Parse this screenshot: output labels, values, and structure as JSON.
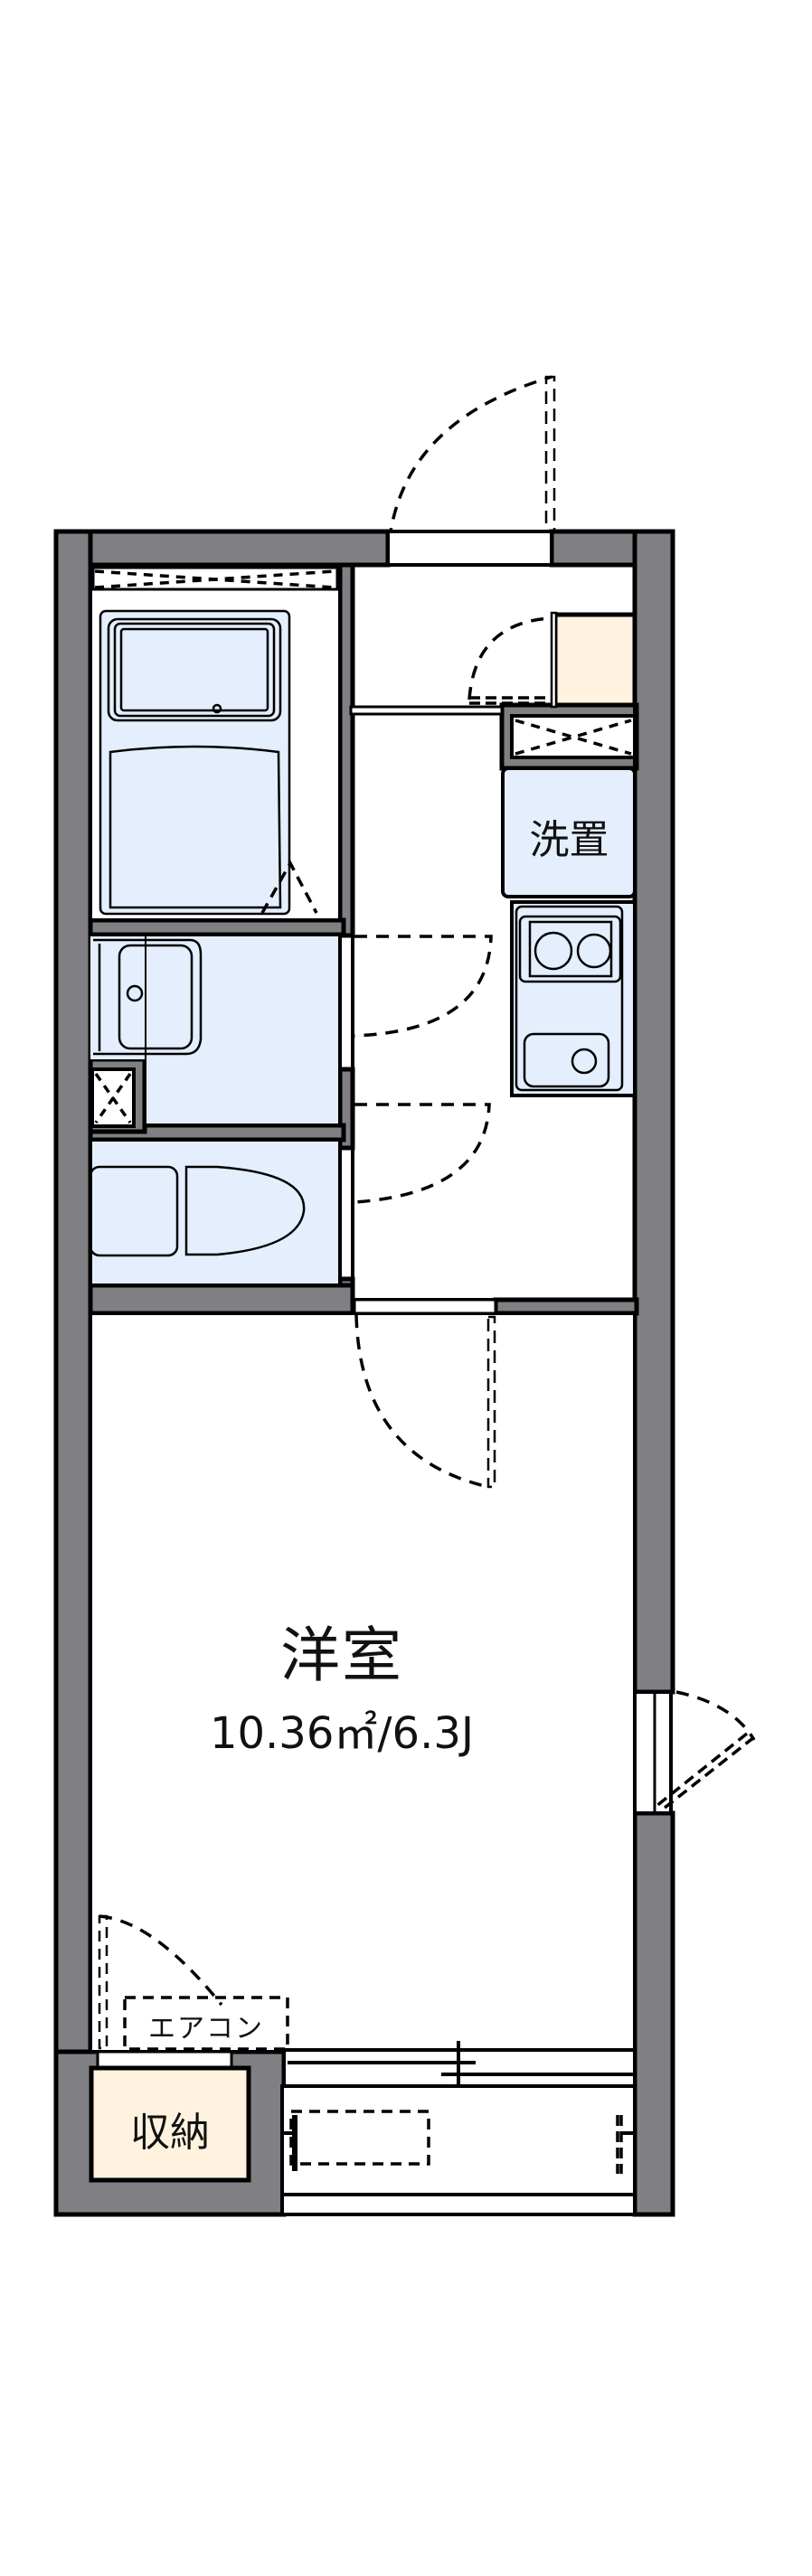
{
  "floor_plan": {
    "type": "1K apartment floor plan",
    "rooms": {
      "main_room": {
        "name": "洋室",
        "area": "10.36㎡/6.3J"
      },
      "washer_space": {
        "label": "洗置"
      },
      "storage": {
        "label": "収納"
      },
      "air_conditioner": {
        "label": "エアコン"
      }
    },
    "fixtures": [
      "unit-bath",
      "washbasin",
      "toilet",
      "kitchen-stove-2-burner",
      "kitchen-sink",
      "shoe-closet",
      "balcony"
    ],
    "colors": {
      "wall": "#808084",
      "wet_area": "#e4eefc",
      "storage": "#fff3e0",
      "line": "#000000",
      "background": "#ffffff"
    }
  }
}
